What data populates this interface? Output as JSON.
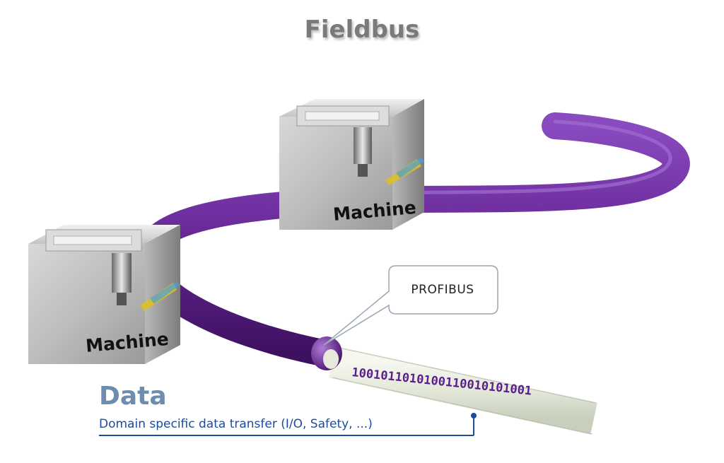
{
  "title": "Fieldbus",
  "machines": [
    {
      "label": "Machine"
    },
    {
      "label": "Machine"
    }
  ],
  "callout": {
    "label": "PROFIBUS"
  },
  "binary": "1001011010100110010101001",
  "data_section": {
    "heading": "Data",
    "subtitle": "Domain specific data transfer (I/O, Safety, ...)"
  },
  "colors": {
    "cable": "#6a2a9a",
    "title": "#7a7a7a",
    "data_heading": "#6e8cad",
    "data_text": "#1b4ca0",
    "binary": "#5a1e8c"
  }
}
